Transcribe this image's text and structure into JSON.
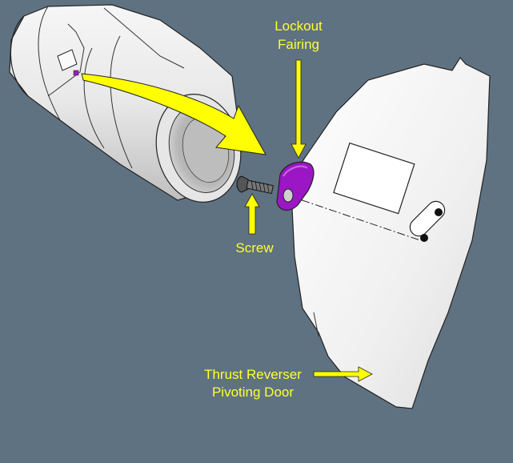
{
  "labels": {
    "lockout_line1": "Lockout",
    "lockout_line2": "Fairing",
    "screw": "Screw",
    "door_line1": "Thrust Reverser",
    "door_line2": "Pivoting Door"
  },
  "colors": {
    "background": "#5f7282",
    "label": "#ffff33",
    "arrow": "#ffff00",
    "fairing": "#9b16c4",
    "door": "#f2f2f2",
    "nacelle": "#ececec"
  }
}
